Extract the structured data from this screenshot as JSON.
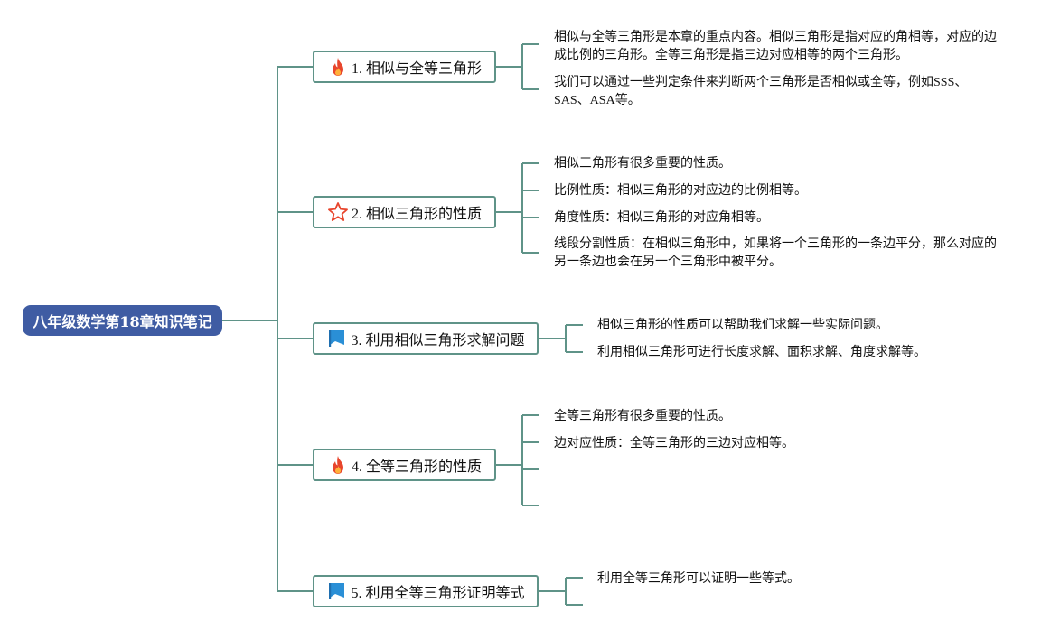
{
  "root": {
    "label": "八年级数学第18章知识笔记"
  },
  "topics": [
    {
      "label": "1. 相似与全等三角形",
      "icon": "fire-icon",
      "notes": [
        "相似与全等三角形是本章的重点内容。相似三角形是指对应的角相等，对应的边成比例的三角形。全等三角形是指三边对应相等的两个三角形。",
        "我们可以通过一些判定条件来判断两个三角形是否相似或全等，例如SSS、SAS、ASA等。"
      ]
    },
    {
      "label": "2. 相似三角形的性质",
      "icon": "star-icon",
      "notes": [
        "相似三角形有很多重要的性质。",
        "比例性质：相似三角形的对应边的比例相等。",
        "角度性质：相似三角形的对应角相等。",
        "线段分割性质：在相似三角形中，如果将一个三角形的一条边平分，那么对应的另一条边也会在另一个三角形中被平分。"
      ]
    },
    {
      "label": "3. 利用相似三角形求解问题",
      "icon": "flag-icon",
      "notes": [
        "相似三角形的性质可以帮助我们求解一些实际问题。",
        "利用相似三角形可进行长度求解、面积求解、角度求解等。"
      ]
    },
    {
      "label": "4. 全等三角形的性质",
      "icon": "fire-icon",
      "notes": [
        "全等三角形有很多重要的性质。",
        "边对应性质：全等三角形的三边对应相等。",
        "",
        ""
      ]
    },
    {
      "label": "5. 利用全等三角形证明等式",
      "icon": "flag-icon",
      "notes": [
        "利用全等三角形可以证明一些等式。",
        ""
      ]
    }
  ],
  "colors": {
    "root_bg": "#3f5ca3",
    "connector": "#5f9388",
    "fire": "#e8452c",
    "star": "#e8452c",
    "flag": "#2a8fd6"
  }
}
